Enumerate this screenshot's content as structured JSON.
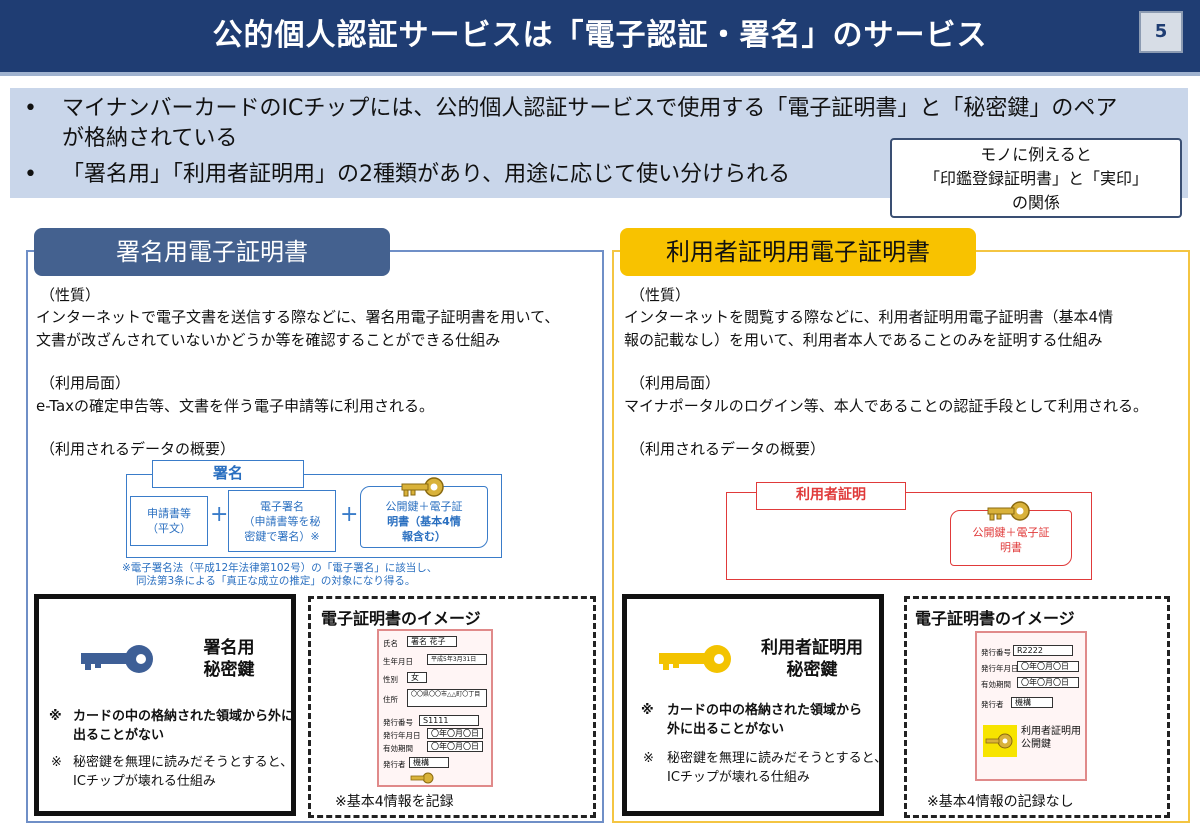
{
  "header": {
    "title": "公的個人認証サービスは「電子認証・署名」のサービス",
    "page_number": "5"
  },
  "bullets": [
    {
      "dot": "•",
      "line1": "マイナンバーカードのICチップには、公的個人認証サービスで使用する「電子証明書」と「秘密鍵」のペア",
      "line2": "が格納されている"
    },
    {
      "dot": "•",
      "line1": "「署名用」「利用者証明用」の2種類があり、用途に応じて使い分けられる"
    }
  ],
  "callout": {
    "line1": "モノに例えると",
    "line2": "「印鑑登録証明書」と「実印」",
    "line3": "の関係"
  },
  "left_panel": {
    "tab": "署名用電子証明書",
    "nature_heading": "（性質）",
    "nature_line1": "インターネットで電子文書を送信する際などに、署名用電子証明書を用いて、",
    "nature_line2": "文書が改ざんされていないかどうか等を確認することができる仕組み",
    "usage_heading": "（利用局面）",
    "usage_line": "e-Taxの確定申告等、文書を伴う電子申請等に利用される。",
    "data_heading": "（利用されるデータの概要）",
    "diagram": {
      "label": "署名",
      "box1_line1": "申請書等",
      "box1_line2": "（平文）",
      "plus": "+",
      "box2_line1": "電子署名",
      "box2_line2": "（申請書等を秘",
      "box2_line3": "密鍵で署名）※",
      "box3_line1": "公開鍵＋電子証",
      "box3_line2": "明書（基本4情",
      "box3_line3": "報含む）",
      "footnote_line1": "※電子署名法（平成12年法律第102号）の「電子署名」に該当し、",
      "footnote_line2": "同法第3条による「真正な成立の推定」の対象になり得る。"
    },
    "key_box": {
      "title_line1": "署名用",
      "title_line2": "秘密鍵",
      "note1_mark": "※",
      "note1_line1": "カードの中の格納された領域から外に",
      "note1_line2": "出ることがない",
      "note2_mark": "※",
      "note2_line1": "秘密鍵を無理に読みだそうとすると、",
      "note2_line2": "ICチップが壊れる仕組み"
    },
    "cert_image": {
      "title": "電子証明書のイメージ",
      "rows": [
        {
          "label": "氏名",
          "value": "署名 花子"
        },
        {
          "label": "生年月日",
          "value": "平成5年3月31日"
        },
        {
          "label": "性別",
          "value": "女"
        },
        {
          "label": "住所",
          "value": "〇〇県〇〇市△△町〇丁目"
        },
        {
          "label": "発行番号",
          "value": "S1111"
        },
        {
          "label": "発行年月日",
          "value": "〇年〇月〇日"
        },
        {
          "label": "有効期間",
          "value": "〇年〇月〇日"
        },
        {
          "label": "発行者",
          "value": "機構"
        }
      ],
      "caption": "※基本4情報を記録"
    }
  },
  "right_panel": {
    "tab": "利用者証明用電子証明書",
    "nature_heading": "（性質）",
    "nature_line1": "インターネットを閲覧する際などに、利用者証明用電子証明書（基本4情",
    "nature_line2": "報の記載なし）を用いて、利用者本人であることのみを証明する仕組み",
    "usage_heading": "（利用局面）",
    "usage_line": "マイナポータルのログイン等、本人であることの認証手段として利用される。",
    "data_heading": "（利用されるデータの概要）",
    "diagram": {
      "label": "利用者証明",
      "box_line1": "公開鍵＋電子証",
      "box_line2": "明書"
    },
    "key_box": {
      "title_line1": "利用者証明用",
      "title_line2": "秘密鍵",
      "note1_mark": "※",
      "note1_line1": "カードの中の格納された領域から",
      "note1_line2": "外に出ることがない",
      "note2_mark": "※",
      "note2_line1": "秘密鍵を無理に読みだそうとすると、",
      "note2_line2": "ICチップが壊れる仕組み"
    },
    "cert_image": {
      "title": "電子証明書のイメージ",
      "rows": [
        {
          "label": "発行番号",
          "value": "R2222"
        },
        {
          "label": "発行年月日",
          "value": "〇年〇月〇日"
        },
        {
          "label": "有効期間",
          "value": "〇年〇月〇日"
        },
        {
          "label": "発行者",
          "value": "機構"
        }
      ],
      "stamp_line1": "利用者証明用",
      "stamp_line2": "公開鍵",
      "caption": "※基本4情報の記録なし"
    }
  },
  "colors": {
    "header_bg": "#1f3d73",
    "left_accent": "#44618f",
    "right_accent": "#f8c200",
    "key_blue": "#3e5f96",
    "key_gold": "#f3c300"
  }
}
